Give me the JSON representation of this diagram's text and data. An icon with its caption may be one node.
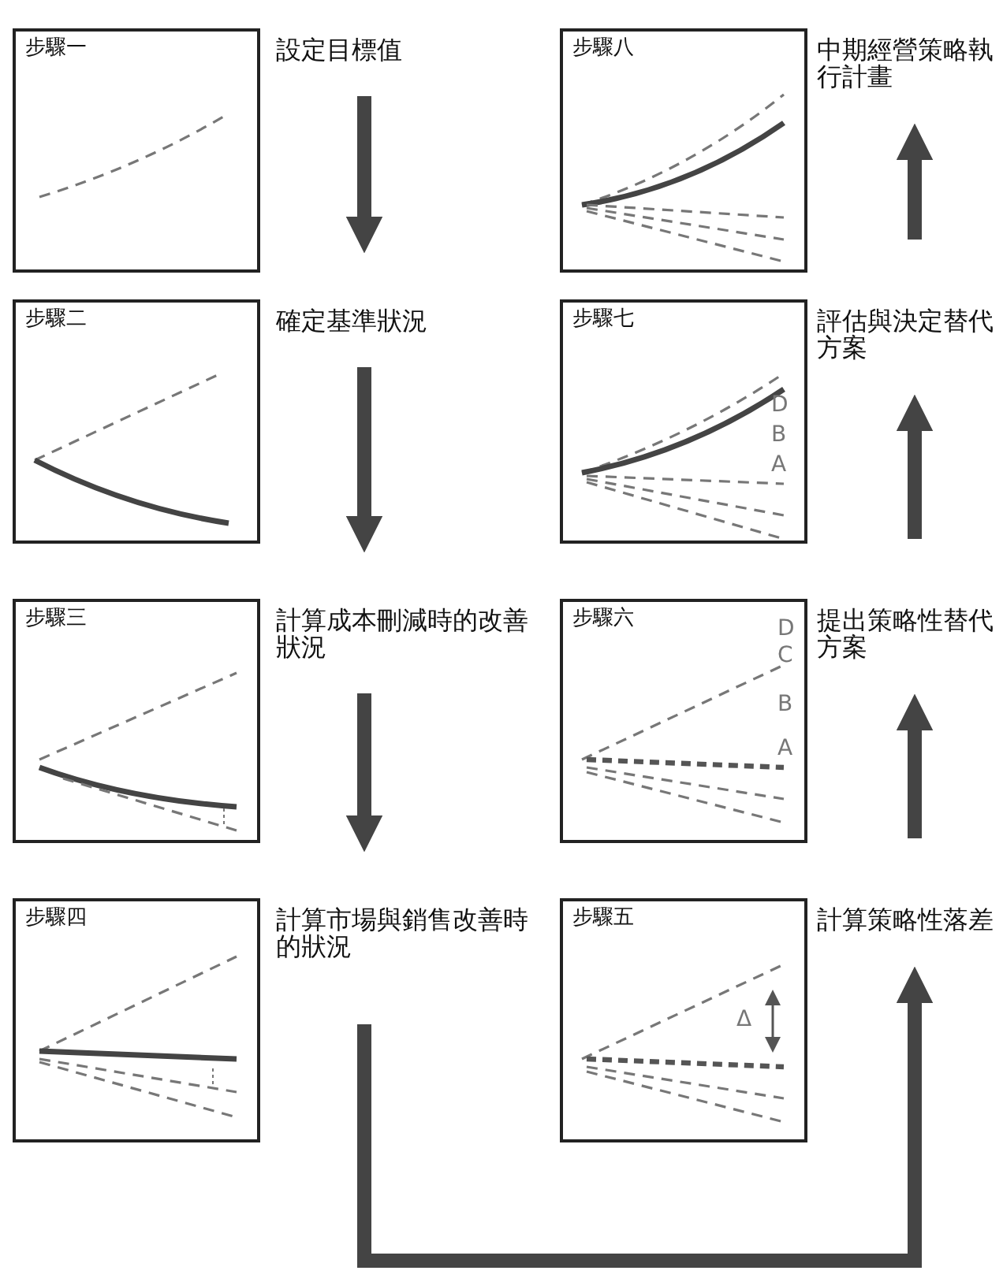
{
  "diagram": {
    "nodes": [
      {
        "text": [
          "步驟一"
        ],
        "beside": [
          "設定目標值"
        ]
      },
      {
        "text": [
          "步驟二"
        ],
        "beside": [
          "確定基準狀況"
        ]
      },
      {
        "text": [
          "步驟三"
        ],
        "beside": [
          "計算成本刪減時的改善狀況"
        ]
      },
      {
        "text": [
          "步驟四"
        ],
        "beside": [
          "計算市場與銷售改善時的狀況"
        ]
      },
      {
        "text": [
          "步驟五"
        ],
        "beside": [
          "計算策略性落差"
        ]
      },
      {
        "text": [
          "步驟六"
        ],
        "beside": [
          "提出策略性替代方案"
        ]
      },
      {
        "text": [
          "步驟七"
        ],
        "beside": [
          "評估與決定替代方案"
        ]
      },
      {
        "text": [
          "步驟八"
        ],
        "beside": [
          "中期經營策略執行計畫"
        ]
      }
    ],
    "edges": [
      {
        "from": 0,
        "to": 1,
        "arrow": "to"
      },
      {
        "from": 1,
        "to": 2,
        "arrow": "to"
      },
      {
        "from": 2,
        "to": 3,
        "arrow": "to"
      },
      {
        "from": 3,
        "to": 4,
        "arrow": "to"
      },
      {
        "from": 4,
        "to": 5,
        "arrow": "to"
      },
      {
        "from": 5,
        "to": 6,
        "arrow": "to"
      },
      {
        "from": 6,
        "to": 7,
        "arrow": "to"
      }
    ],
    "labels": [
      "D",
      "B",
      "A",
      "D",
      "C",
      "B",
      "A",
      "Δ"
    ]
  }
}
